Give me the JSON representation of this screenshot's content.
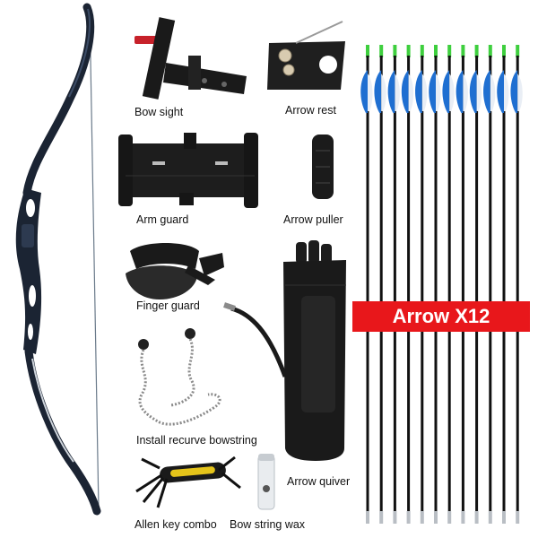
{
  "labels": {
    "bow_sight": "Bow sight",
    "arrow_rest": "Arrow  rest",
    "arm_guard": "Arm guard",
    "arrow_puller": "Arrow puller",
    "finger_guard": "Finger guard",
    "bowstring": "Install recurve bowstring",
    "arrow_quiver": "Arrow quiver",
    "allen_key": "Allen key combo",
    "bow_string_wax": "Bow string wax"
  },
  "badge": {
    "text": "Arrow X12"
  },
  "arrows": {
    "count": 12
  },
  "colors": {
    "badge": "#e8171b",
    "fletch_blue": "#1f6fd1",
    "nock_green": "#3ecf3e",
    "bow_dark": "#1b2433"
  }
}
